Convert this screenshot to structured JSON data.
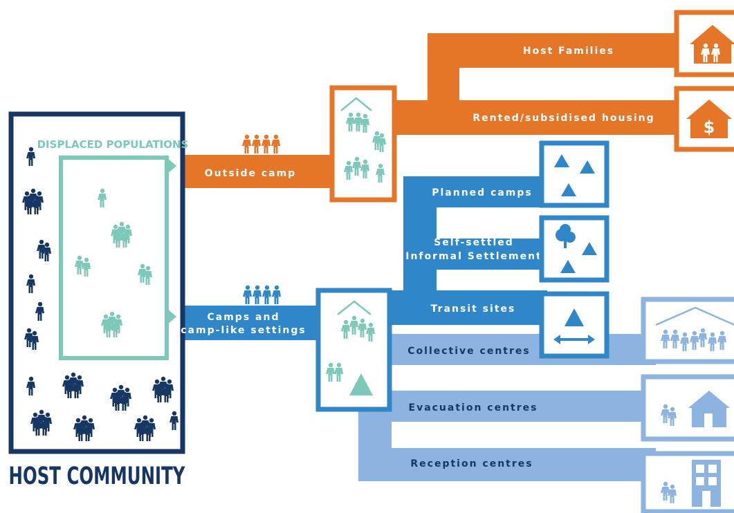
{
  "colors": {
    "navy": "#163763",
    "teal": "#7cc8b9",
    "orange": "#e57527",
    "blue": "#2f86c9",
    "light_blue": "#8db3e0",
    "white": "#ffffff"
  },
  "host_community": {
    "title": "HOST COMMUNITY",
    "displaced_label": "DISPLACED POPULATIONS"
  },
  "branches": {
    "outside_camp": "Outside camp",
    "camps_line1": "Camps and",
    "camps_line2": "camp-like settings"
  },
  "outside_camp_options": {
    "host_families": "Host Families",
    "rented": "Rented/subsidised housing"
  },
  "camp_options": {
    "planned": "Planned camps",
    "self_settled_line1": "Self-settled",
    "self_settled_line2": "Informal Settlement",
    "transit": "Transit sites",
    "collective": "Collective centres",
    "evacuation": "Evacuation centres",
    "reception": "Reception centres"
  },
  "icons": {
    "house_family": "house-family-icon",
    "house_dollar": "house-dollar-icon",
    "tents": "tents-icon",
    "tree_tents": "tree-tents-icon",
    "transit_tent": "transit-tent-icon",
    "collective_building": "collective-building-icon",
    "evacuation_house": "evacuation-house-icon",
    "reception_building": "reception-building-icon"
  }
}
